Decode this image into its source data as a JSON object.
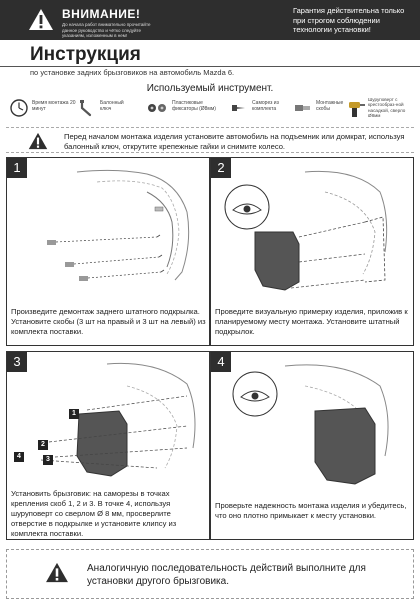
{
  "warning_banner": {
    "title": "ВНИМАНИЕ!",
    "subtitle": "До начала работ внимательно прочитайте данное руководство и чётко следуйте указаниям, изложенным в нем!",
    "guarantee": "Гарантия действительна только при строгом соблюдении технологии установки!"
  },
  "header": {
    "title": "Инструкция",
    "subtitle": "по установке задних брызговиков на автомобиль Mazda 6."
  },
  "tools": {
    "heading": "Используемый инструмент.",
    "items": [
      {
        "label": "Время монтажа 20 минут",
        "icon": "clock-icon"
      },
      {
        "label": "Балонный ключ",
        "icon": "wrench-icon"
      },
      {
        "label": "Пластиковые фиксаторы (Ø8мм)",
        "icon": "clips-icon"
      },
      {
        "label": "Саморез из комплекта",
        "icon": "screw-icon"
      },
      {
        "label": "Монтажные скобы",
        "icon": "brackets-icon"
      },
      {
        "label": "Шуруповерт с крестообраз-ной насадкой, сверло Ø8мм",
        "icon": "drill-icon"
      }
    ]
  },
  "notice": {
    "text": "Перед началом монтажа изделия установите автомобиль на подъемник или домкрат, используя балонный ключ, открутите крепежные гайки и снимите колесо."
  },
  "steps": [
    {
      "number": "1",
      "text": "Произведите демонтаж заднего штатного подкрылка. Установите скобы (3 шт на правый и 3 шт на левый) из комплекта поставки."
    },
    {
      "number": "2",
      "text": "Проведите визуальную примерку изделия, приложив к планируемому месту монтажа. Установите штатный подкрылок."
    },
    {
      "number": "3",
      "text": "Установить брызговик: на саморезы в точках крепления скоб 1, 2 и 3. В точке 4, используя шуруповерт со сверлом Ø 8 мм, просверлите отверстие в подкрылке и установите клипсу из комплекта поставки.",
      "markers": [
        "1",
        "2",
        "3",
        "4"
      ]
    },
    {
      "number": "4",
      "text": "Проверьте надежность монтажа изделия и убедитесь, что оно плотно примыкает к месту установки."
    }
  ],
  "footer_notice": {
    "text": "Аналогичную последовательность действий выполните для установки другого брызговика."
  }
}
